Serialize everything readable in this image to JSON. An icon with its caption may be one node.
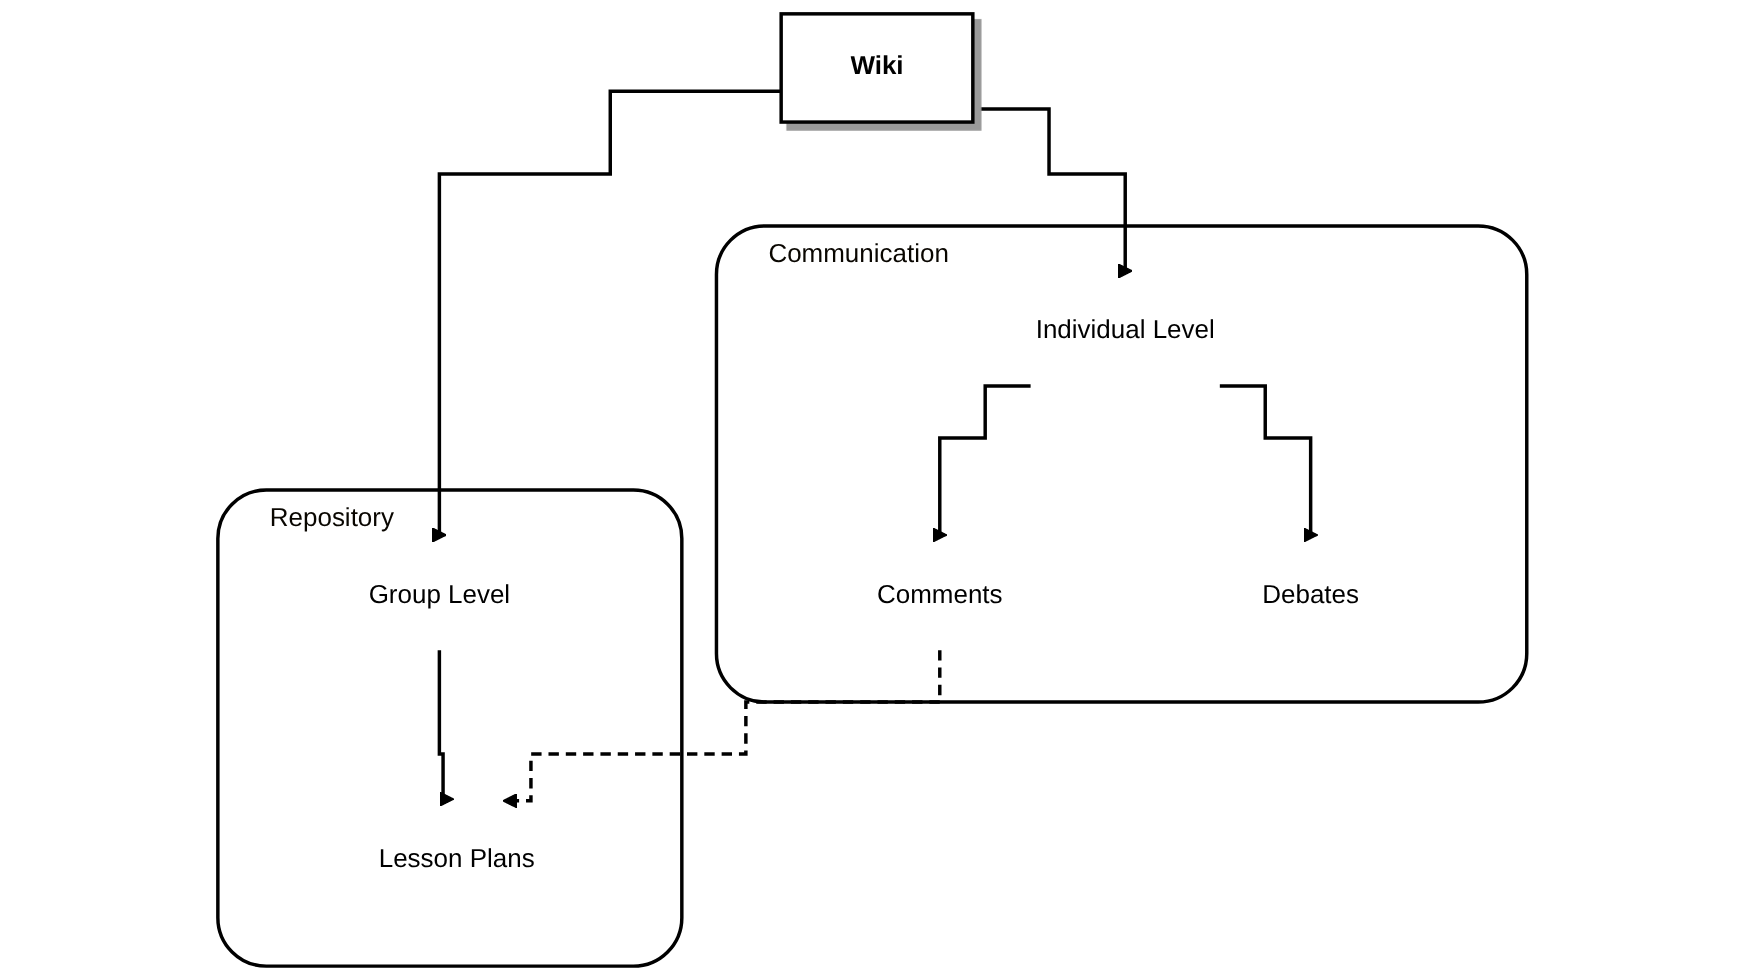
{
  "diagram": {
    "nodes": [
      {
        "text": [
          "Wiki"
        ]
      },
      {
        "text": [
          "Repository"
        ]
      },
      {
        "text": [
          "Group Level"
        ],
        "in": 1
      },
      {
        "text": [
          "Lesson Plans"
        ],
        "in": 1
      },
      {
        "text": [
          "Communication"
        ]
      },
      {
        "text": [
          "Individual Level"
        ],
        "in": 4
      },
      {
        "text": [
          "Comments"
        ],
        "in": 4
      },
      {
        "text": [
          "Debates"
        ],
        "in": 4
      }
    ],
    "edges": [
      {
        "from": 0,
        "to": 2,
        "arrow": "to"
      },
      {
        "from": 0,
        "to": 5,
        "arrow": "to"
      },
      {
        "from": 2,
        "to": 3,
        "arrow": "to"
      },
      {
        "from": 5,
        "to": 6,
        "arrow": "to"
      },
      {
        "from": 5,
        "to": 7,
        "arrow": "to"
      },
      {
        "from": 6,
        "to": 3,
        "arrow": "to",
        "style": "dashed"
      }
    ]
  }
}
